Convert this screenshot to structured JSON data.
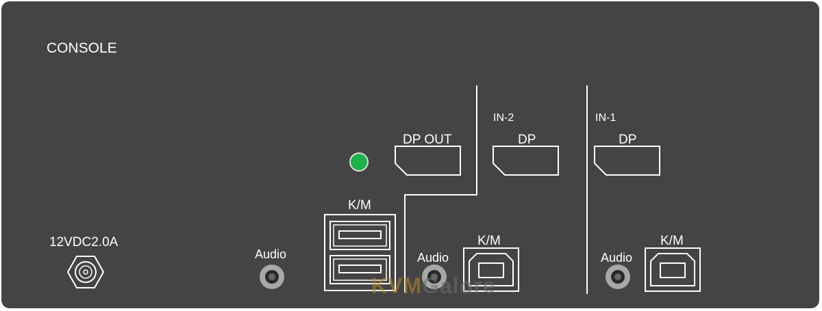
{
  "panel": {
    "console_label": "CONSOLE",
    "power_label": "12VDC2.0A",
    "dp_out_label": "DP OUT",
    "km_console_label": "K/M",
    "audio_console_label": "Audio"
  },
  "inputs": [
    {
      "group_label": "IN-2",
      "dp_label": "DP",
      "km_label": "K/M",
      "audio_label": "Audio"
    },
    {
      "group_label": "IN-1",
      "dp_label": "DP",
      "km_label": "K/M",
      "audio_label": "Audio"
    }
  ],
  "watermark": {
    "part1": "KVM",
    "part2": "Galore"
  },
  "colors": {
    "panel": "#444444",
    "led": "#1db34a",
    "line": "#ffffff"
  }
}
